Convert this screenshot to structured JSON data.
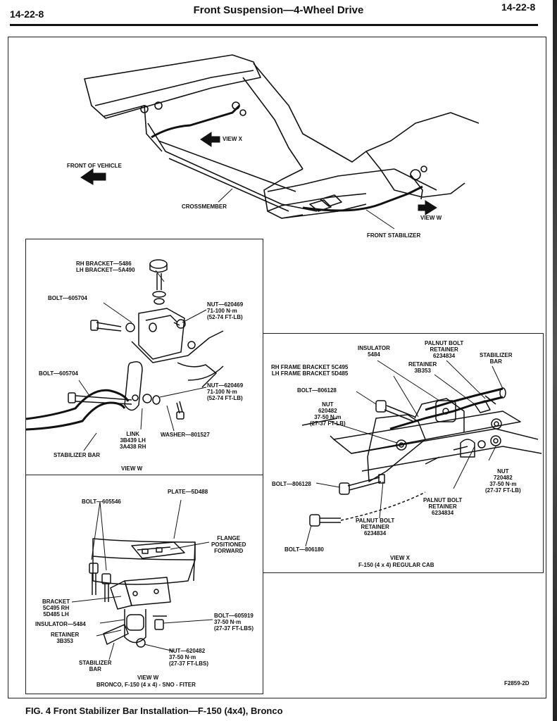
{
  "header": {
    "page_left": "14-22-8",
    "title": "Front Suspension—4-Wheel Drive",
    "page_right": "14-22-8"
  },
  "top": {
    "view_x": "VIEW X",
    "front_of_vehicle": "FRONT OF VEHICLE",
    "crossmember": "CROSSMEMBER",
    "view_w": "VIEW W",
    "front_stabilizer": "FRONT STABILIZER"
  },
  "view_w_panel": {
    "rh_bracket": "RH BRACKET—5486\nLH BRACKET—5A490",
    "bolt_1": "BOLT—605704",
    "nut_1": "NUT—620469\n71-100 N·m\n(52-74 FT-LB)",
    "bolt_2": "BOLT—605704",
    "nut_2": "NUT—620469\n71-100 N·m\n(52-74 FT-LB)",
    "link": "LINK\n3B439 LH\n3A438 RH",
    "washer": "WASHER—801527",
    "stabilizer_bar": "STABILIZER BAR",
    "caption": "VIEW W"
  },
  "view_x_panel": {
    "insulator": "INSULATOR\n5484",
    "palnut_top": "PALNUT BOLT\nRETAINER\n6234834",
    "stabilizer_bar": "STABILIZER\nBAR",
    "frame_bracket": "RH FRAME BRACKET 5C495\nLH FRAME BRACKET 5D485",
    "retainer": "RETAINER\n3B353",
    "bolt_806128_a": "BOLT—806128",
    "nut_left": "NUT\n620482\n37-50 N·m\n(27-37 FT-LB)",
    "nut_right": "NUT\n720482\n37-50 N·m\n(27-37 FT-LB)",
    "bolt_806128_b": "BOLT—806128",
    "palnut_right": "PALNUT BOLT\nRETAINER\n6234834",
    "palnut_bottom": "PALNUT BOLT\nRETAINER\n6234834",
    "bolt_806180": "BOLT—806180",
    "caption_1": "VIEW X",
    "caption_2": "F-150 (4 x 4) REGULAR CAB"
  },
  "bronco_panel": {
    "bolt_605546": "BOLT—605546",
    "plate": "PLATE—5D488",
    "flange": "FLANGE\nPOSITIONED\nFORWARD",
    "bracket": "BRACKET\n5C495 RH\n5D485 LH",
    "insulator": "INSULATOR—5484",
    "retainer": "RETAINER\n3B353",
    "bolt_605919": "BOLT—605919\n37-50 N·m\n(27-37 FT-LBS)",
    "nut": "NUT—620482\n37-50 N·m\n(27-37 FT-LBS)",
    "stabilizer_bar": "STABILIZER\nBAR",
    "caption_1": "VIEW W",
    "caption_2": "BRONCO, F-150 (4 x 4) - SNO - FITER"
  },
  "figure_code": "F2859-2D",
  "caption": "FIG. 4  Front Stabilizer Bar Installation—F-150 (4x4), Bronco"
}
